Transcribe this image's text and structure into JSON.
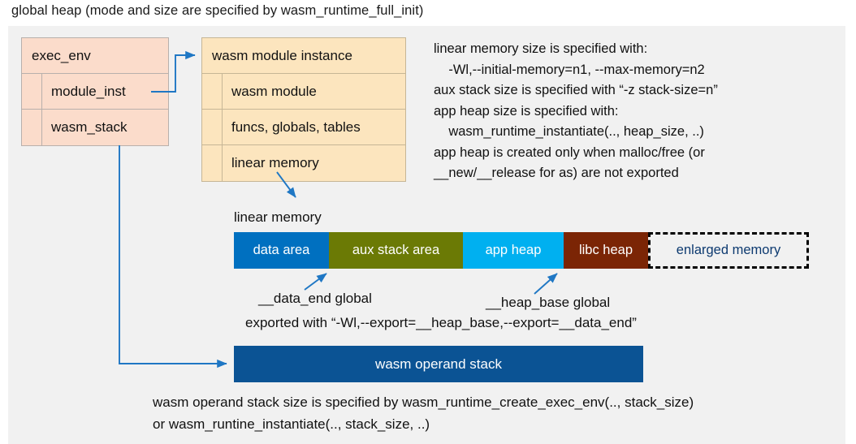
{
  "title": "global heap (mode and size are specified by wasm_runtime_full_init)",
  "colors": {
    "panel_bg": "#f1f1f1",
    "exec_env_fill": "#fbdccb",
    "exec_env_border": "#b8b0ac",
    "module_inst_fill": "#fce5be",
    "module_inst_border": "#c6b696",
    "connector": "#1f77c4",
    "data_area": "#0070c0",
    "aux_stack_area": "#6b7a05",
    "app_heap": "#00b0f0",
    "libc_heap": "#7b2505",
    "enlarged_memory_text": "#0d3a70",
    "operand_stack": "#0b5394"
  },
  "exec_env": {
    "header": "exec_env",
    "rows": [
      {
        "label": "module_inst"
      },
      {
        "label": "wasm_stack"
      }
    ]
  },
  "wasm_module_instance": {
    "header": "wasm module instance",
    "rows": [
      {
        "label": "wasm module"
      },
      {
        "label": "funcs, globals, tables"
      },
      {
        "label": "linear memory"
      }
    ]
  },
  "linear_memory_note": "linear memory size is specified with:\n    -Wl,--initial-memory=n1, --max-memory=n2\naux stack size is specified with “-z stack-size=n”\napp heap size is specified with:\n    wasm_runtime_instantiate(.., heap_size, ..)\napp heap is created only when malloc/free (or\n__new/__release for as) are not exported",
  "linear_memory": {
    "caption": "linear memory",
    "segments": [
      {
        "label": "data area",
        "color": "#0070c0",
        "width": 117,
        "style": "solid"
      },
      {
        "label": "aux stack area",
        "color": "#6b7a05",
        "width": 165,
        "style": "solid"
      },
      {
        "label": "app heap",
        "color": "#00b0f0",
        "width": 124,
        "style": "solid"
      },
      {
        "label": "libc heap",
        "color": "#7b2505",
        "width": 104,
        "style": "solid"
      },
      {
        "label": "enlarged memory",
        "color": "#f1f1f1",
        "width": 198,
        "style": "dashed"
      }
    ]
  },
  "annotations": {
    "data_end": "__data_end global",
    "heap_base": "__heap_base global",
    "exported_with": "exported with “-Wl,--export=__heap_base,--export=__data_end”"
  },
  "operand_stack": {
    "label": "wasm operand stack",
    "note": "wasm operand stack size is specified by wasm_runtime_create_exec_env(.., stack_size)\nor wasm_runtine_instantiate(.., stack_size, ..)"
  }
}
